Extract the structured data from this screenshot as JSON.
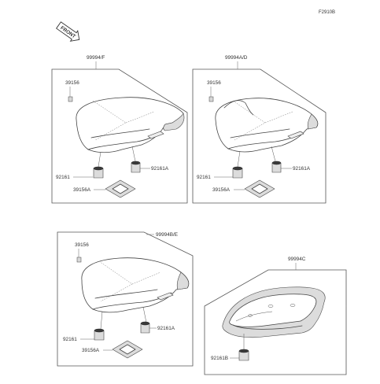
{
  "diagram_code": "F2910B",
  "front_badge": "FRONT",
  "panels": [
    {
      "id": "panel-1",
      "assembly": "99994/F",
      "parts": [
        "39156",
        "92161",
        "92161A",
        "39156A"
      ]
    },
    {
      "id": "panel-2",
      "assembly": "99994A/D",
      "parts": [
        "39156",
        "92161",
        "92161A",
        "39156A"
      ]
    },
    {
      "id": "panel-3",
      "assembly": "99994B/E",
      "parts": [
        "39156",
        "92161",
        "92161A",
        "39156A"
      ]
    },
    {
      "id": "panel-4",
      "assembly": "99994C",
      "parts": [
        "92161B"
      ]
    }
  ]
}
